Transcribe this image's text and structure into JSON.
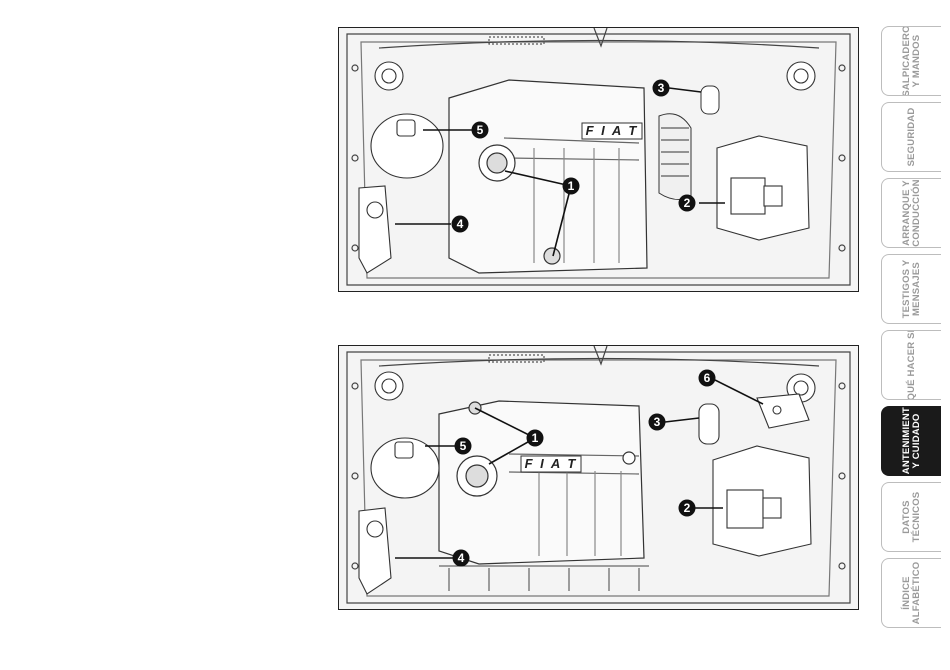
{
  "figure_top": {
    "logo": "F I A T",
    "callouts": [
      "1",
      "2",
      "3",
      "4",
      "5"
    ]
  },
  "figure_bottom": {
    "logo": "F I A T",
    "callouts": [
      "1",
      "2",
      "3",
      "4",
      "5",
      "6"
    ]
  },
  "tabs": [
    {
      "line1": "SALPICADERO",
      "line2": "Y MANDOS",
      "active": false
    },
    {
      "line1": "SEGURIDAD",
      "line2": "",
      "active": false
    },
    {
      "line1": "ARRANQUE Y",
      "line2": "CONDUCCIÓN",
      "active": false
    },
    {
      "line1": "TESTIGOS Y",
      "line2": "MENSAJES",
      "active": false
    },
    {
      "line1": "QUÉ HACER SI",
      "line2": "",
      "active": false
    },
    {
      "line1": "MANTENIMIENTO",
      "line2": "Y CUIDADO",
      "active": true
    },
    {
      "line1": "DATOS",
      "line2": "TÉCNICOS",
      "active": false
    },
    {
      "line1": "ÍNDICE",
      "line2": "ALFABÉTICO",
      "active": false
    }
  ]
}
